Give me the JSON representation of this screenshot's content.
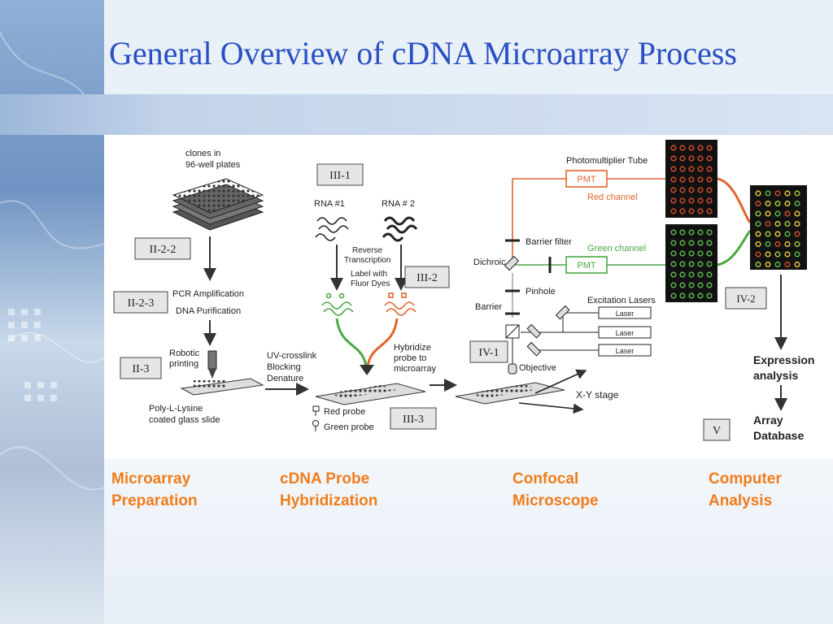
{
  "title": "General Overview of cDNA Microarray Process",
  "diagram": {
    "section_tags": {
      "ii_2_2": "II-2-2",
      "ii_2_3": "II-2-3",
      "ii_3": "II-3",
      "iii_1": "III-1",
      "iii_2": "III-2",
      "iii_3": "III-3",
      "iv_1": "IV-1",
      "iv_2": "IV-2",
      "v": "V"
    },
    "labels": {
      "clones_1": "clones in",
      "clones_2": "96-well plates",
      "pcr": "PCR Amplification",
      "dna": "DNA Purification",
      "robotic_1": "Robotic",
      "robotic_2": "printing",
      "poly_1": "Poly-L-Lysine",
      "poly_2": "coated glass slide",
      "uv_1": "UV-crosslink",
      "uv_2": "Blocking",
      "uv_3": "Denature",
      "rna1": "RNA #1",
      "rna2": "RNA # 2",
      "rt_1": "Reverse",
      "rt_2": "Transcription",
      "label_1": "Label with",
      "label_2": "Fluor Dyes",
      "hyb_1": "Hybridize",
      "hyb_2": "probe to",
      "hyb_3": "microarray",
      "red_probe": "Red probe",
      "green_probe": "Green probe",
      "pmt_tube": "Photomultiplier Tube",
      "pmt": "PMT",
      "red_channel": "Red channel",
      "green_channel": "Green channel",
      "barrier_filter": "Barrier filter",
      "dichroic": "Dichroic",
      "pinhole": "Pinhole",
      "barrier": "Barrier",
      "excitation": "Excitation Lasers",
      "laser": "Laser",
      "objective": "Objective",
      "xy_stage": "X-Y stage",
      "expr_1": "Expression",
      "expr_2": "analysis",
      "array_1": "Array",
      "array_2": "Database"
    }
  },
  "captions": [
    {
      "line1": "Microarray",
      "line2": "Preparation"
    },
    {
      "line1": "cDNA Probe",
      "line2": "Hybridization"
    },
    {
      "line1": "Confocal",
      "line2": "Microscope"
    },
    {
      "line1": "Computer",
      "line2": "Analysis"
    }
  ],
  "colors": {
    "title": "#2a4fc4",
    "caption": "#f07c1a",
    "red_channel": "#e0652e",
    "green_channel": "#4aa842"
  }
}
